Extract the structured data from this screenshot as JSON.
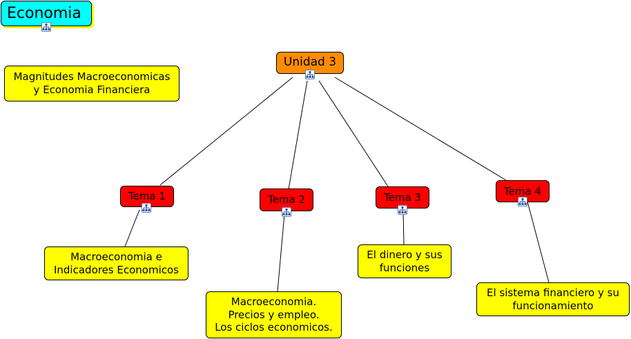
{
  "map": {
    "title": "Economia",
    "subtitle": "Magnitudes Macroeconomicas\ny Economia Financiera",
    "root": "Unidad 3",
    "topics": [
      {
        "label": "Tema 1",
        "detail": "Macroeconomia e\nIndicadores Economicos"
      },
      {
        "label": "Tema 2",
        "detail": "Macroeconomia.\nPrecios y empleo.\nLos ciclos economicos."
      },
      {
        "label": "Tema 3",
        "detail": "El dinero y sus\nfunciones"
      },
      {
        "label": "Tema 4",
        "detail": "El sistema financiero y su\nfuncionamiento"
      }
    ]
  },
  "colors": {
    "title_fill": "#00ffff",
    "root_fill": "#ff8c00",
    "topic_fill": "#ff0000",
    "detail_fill": "#ffff00",
    "line": "#000000"
  },
  "icons": {
    "submap": "sitemap-icon"
  }
}
